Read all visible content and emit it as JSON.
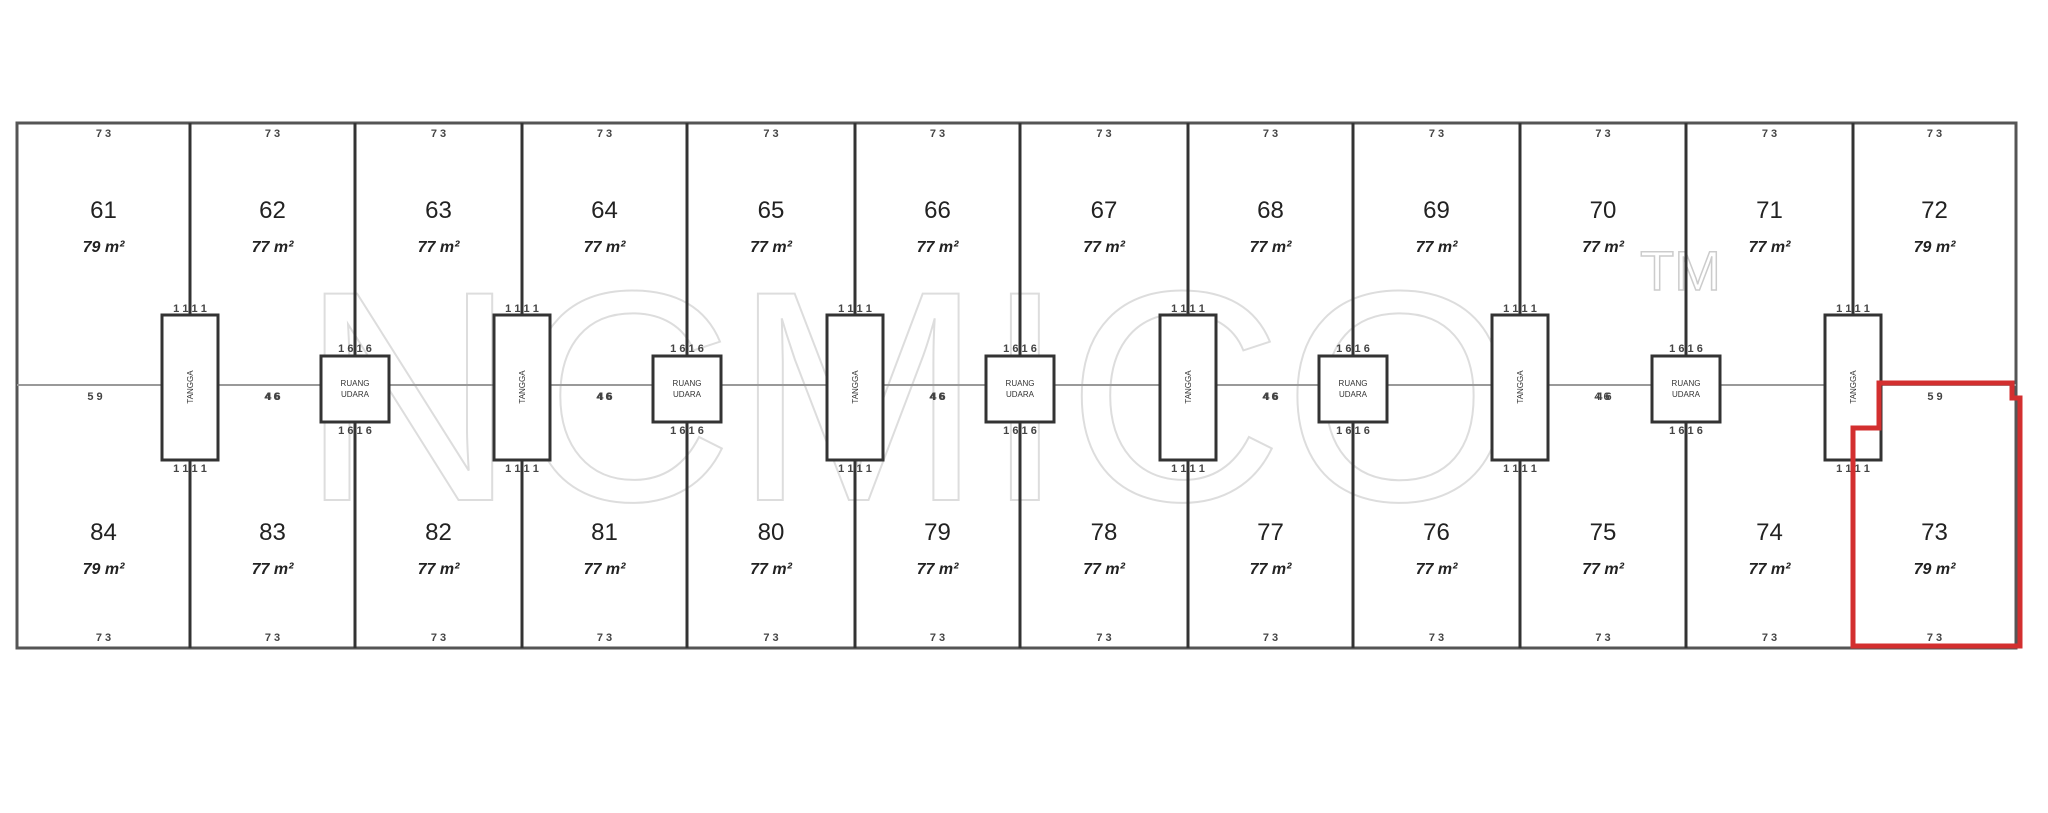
{
  "watermark": {
    "text": "NCMICO",
    "tm": "TM"
  },
  "top_row": [
    {
      "unit": "61",
      "area": "79 m²"
    },
    {
      "unit": "62",
      "area": "77 m²"
    },
    {
      "unit": "63",
      "area": "77 m²"
    },
    {
      "unit": "64",
      "area": "77 m²"
    },
    {
      "unit": "65",
      "area": "77 m²"
    },
    {
      "unit": "66",
      "area": "77 m²"
    },
    {
      "unit": "67",
      "area": "77 m²"
    },
    {
      "unit": "68",
      "area": "77 m²"
    },
    {
      "unit": "69",
      "area": "77 m²"
    },
    {
      "unit": "70",
      "area": "77 m²"
    },
    {
      "unit": "71",
      "area": "77 m²"
    },
    {
      "unit": "72",
      "area": "79 m²"
    }
  ],
  "bottom_row": [
    {
      "unit": "84",
      "area": "79 m²"
    },
    {
      "unit": "83",
      "area": "77 m²"
    },
    {
      "unit": "82",
      "area": "77 m²"
    },
    {
      "unit": "81",
      "area": "77 m²"
    },
    {
      "unit": "80",
      "area": "77 m²"
    },
    {
      "unit": "79",
      "area": "77 m²"
    },
    {
      "unit": "78",
      "area": "77 m²"
    },
    {
      "unit": "77",
      "area": "77 m²"
    },
    {
      "unit": "76",
      "area": "77 m²"
    },
    {
      "unit": "75",
      "area": "77 m²"
    },
    {
      "unit": "74",
      "area": "77 m²"
    },
    {
      "unit": "73",
      "area": "79 m²"
    }
  ],
  "highlighted_unit": "73",
  "highlight_color": "#d32f2f",
  "unit_width_dim": "7 3",
  "corridor_dims": {
    "end_left": "5 9",
    "between": "4 6",
    "end_right": "5 9"
  },
  "stair_label": "TANGGA",
  "void_label": [
    "RUANG",
    "UDARA"
  ],
  "core_dim": "1 6",
  "stair_dim": "1 1"
}
